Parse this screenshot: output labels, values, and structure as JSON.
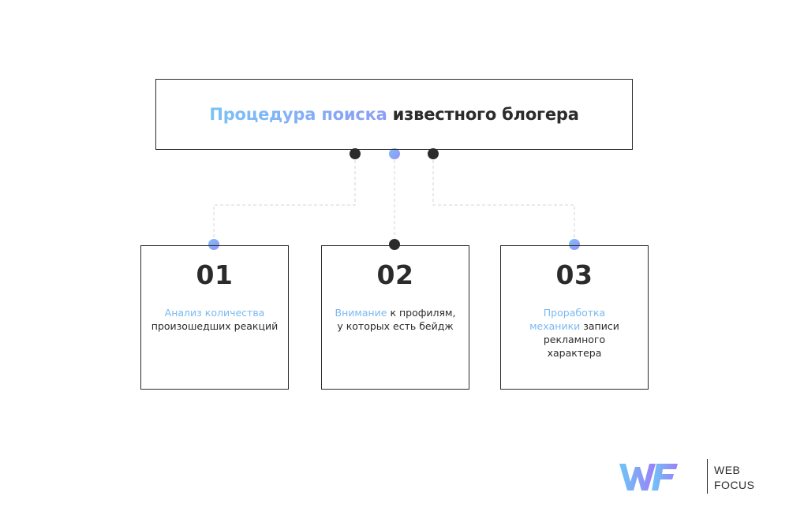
{
  "title": {
    "highlight": "Процедура поиска",
    "rest": "известного блогера"
  },
  "cards": [
    {
      "number": "01",
      "highlight": "Анализ количества",
      "rest": " произошедших реакций"
    },
    {
      "number": "02",
      "highlight": "Внимание",
      "rest": " к профилям, у которых есть бейдж"
    },
    {
      "number": "03",
      "highlight": "Проработка механики",
      "rest": " записи рекламного характера"
    }
  ],
  "logo": {
    "line1": "WEB",
    "line2": "FOCUS"
  },
  "colors": {
    "dark": "#2b2b2b",
    "accent_blue": "#79c3f5",
    "accent_violet": "#8d9cf6",
    "connector": "#d4d4d4"
  }
}
